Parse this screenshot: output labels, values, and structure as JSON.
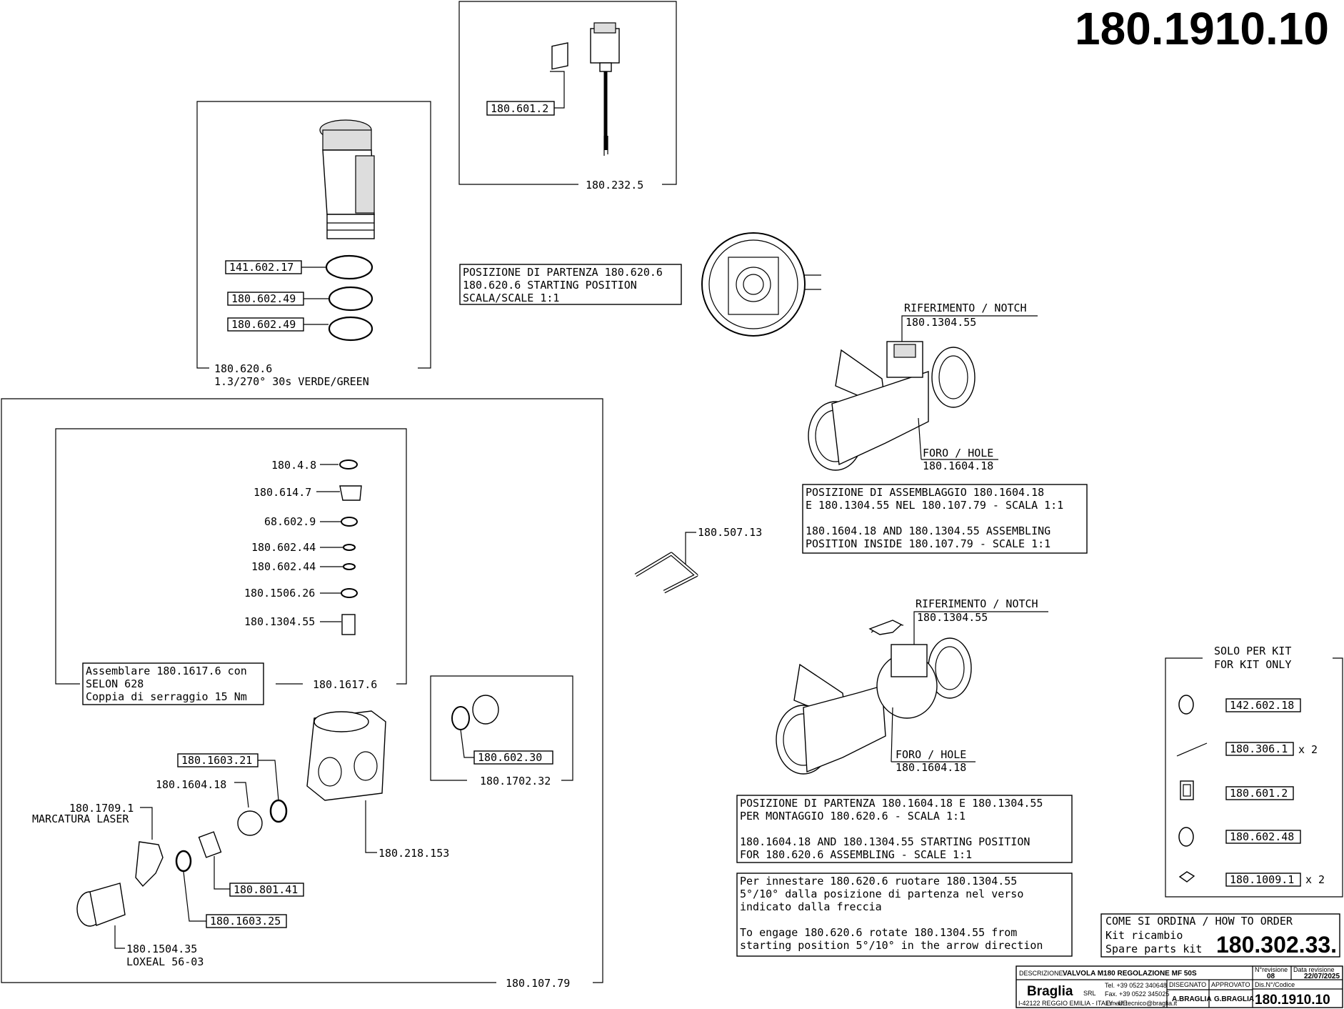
{
  "drawing_code": "180.1910.10",
  "cable_group": {
    "part": "180.601.2",
    "assembly": "180.232.5"
  },
  "actuator_group": {
    "orings": [
      "141.602.17",
      "180.602.49",
      "180.602.49"
    ],
    "assembly": "180.620.6",
    "spec": "1.3/270° 30s VERDE/GREEN"
  },
  "start_position_note": [
    "POSIZIONE DI PARTENZA 180.620.6",
    "180.620.6 STARTING POSITION",
    "SCALA/SCALE 1:1"
  ],
  "notch_top": {
    "label": "RIFERIMENTO / NOTCH",
    "part": "180.1304.55"
  },
  "hole_top": {
    "label": "FORO / HOLE",
    "part": "180.1604.18"
  },
  "assembling_note": [
    "POSIZIONE DI ASSEMBLAGGIO 180.1604.18",
    "E 180.1304.55 NEL 180.107.79 - SCALA 1:1",
    "",
    "180.1604.18 AND 180.1304.55 ASSEMBLING",
    "POSITION INSIDE 180.107.79 - SCALE 1:1"
  ],
  "pin_part": "180.507.13",
  "notch_bottom": {
    "label": "RIFERIMENTO / NOTCH",
    "part": "180.1304.55"
  },
  "hole_bottom": {
    "label": "FORO / HOLE",
    "part": "180.1604.18"
  },
  "mounting_note": [
    "POSIZIONE DI PARTENZA 180.1604.18 E 180.1304.55",
    "PER MONTAGGIO 180.620.6 - SCALA 1:1",
    "",
    "180.1604.18 AND 180.1304.55 STARTING POSITION",
    "FOR 180.620.6 ASSEMBLING - SCALE 1:1"
  ],
  "engage_note": [
    "Per innestare 180.620.6 ruotare 180.1304.55",
    "5°/10° dalla posizione di partenza nel verso",
    "indicato dalla freccia",
    "",
    "To engage 180.620.6 rotate 180.1304.55 from",
    "starting position 5°/10° in the arrow direction"
  ],
  "body_group": {
    "stem_parts": [
      "180.4.8",
      "180.614.7",
      "68.602.9",
      "180.602.44",
      "180.602.44",
      "180.1506.26",
      "180.1304.55"
    ],
    "assembly_note": [
      "Assemblare 180.1617.6 con",
      "SELON 628",
      "Coppia di serraggio 15 Nm"
    ],
    "stem_assembly": "180.1617.6",
    "seal_part": "180.1603.21",
    "ball_part": "180.1604.18",
    "laser_part": "180.1709.1",
    "laser_label": "MARCATURA LASER",
    "body_part": "180.218.153",
    "sleeve_part": "180.801.41",
    "ring_part": "180.1603.25",
    "fitting_part": "180.1504.35",
    "fitting_note": "LOXEAL 56-03",
    "end_oring": "180.602.30",
    "end_assembly": "180.1702.32",
    "valve_assembly": "180.107.79"
  },
  "kit_only": {
    "title": [
      "SOLO PER KIT",
      "FOR KIT ONLY"
    ],
    "items": [
      {
        "part": "142.602.18",
        "qty": ""
      },
      {
        "part": "180.306.1",
        "qty": "x 2"
      },
      {
        "part": "180.601.2",
        "qty": ""
      },
      {
        "part": "180.602.48",
        "qty": ""
      },
      {
        "part": "180.1009.1",
        "qty": "x 2"
      }
    ]
  },
  "order_box": {
    "header": "COME SI ORDINA / HOW TO ORDER",
    "line1": "Kit ricambio",
    "line2": "Spare parts kit",
    "code": "180.302.33."
  },
  "title_block": {
    "description_label": "DESCRIZIONE:",
    "description": "VALVOLA M180 REGOLAZIONE MF 50S",
    "revision_label": "N°revisione",
    "revision": "08",
    "revision_date_label": "Data revisione",
    "revision_date": "22/07/2025",
    "company": "Braglia",
    "company_suffix": "SRL",
    "tel": "Tel. +39 0522 340648",
    "fax": "Fax. +39 0522 345025",
    "address": "I-42122 REGGIO EMILIA - ITALY - UE",
    "email": "Email: tecnico@braglia.it",
    "drawn_label": "DISEGNATO",
    "drawn": "A.BRAGLIA",
    "approved_label": "APPROVATO",
    "approved": "G.BRAGLIA",
    "code_label": "Dis.N°/Codice",
    "code": "180.1910.10"
  }
}
